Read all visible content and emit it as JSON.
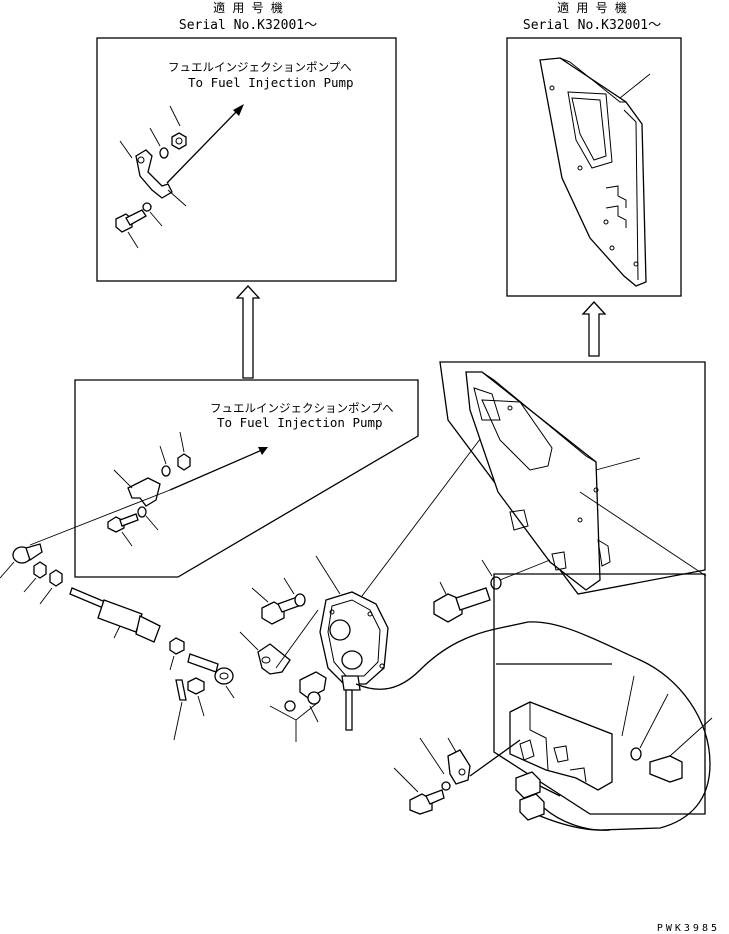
{
  "header_left": {
    "label_jp": "適 用 号 機",
    "serial": "Serial No.K32001～"
  },
  "header_right": {
    "label_jp": "適 用 号 機",
    "serial": "Serial No.K32001～"
  },
  "callout_top": {
    "dest_jp": "フュエルインジェクションポンプへ",
    "dest_en": "To Fuel Injection Pump"
  },
  "callout_mid": {
    "dest_jp": "フュエルインジェクションポンプへ",
    "dest_en": "To Fuel Injection Pump"
  },
  "drawing_code": "PWK3985"
}
